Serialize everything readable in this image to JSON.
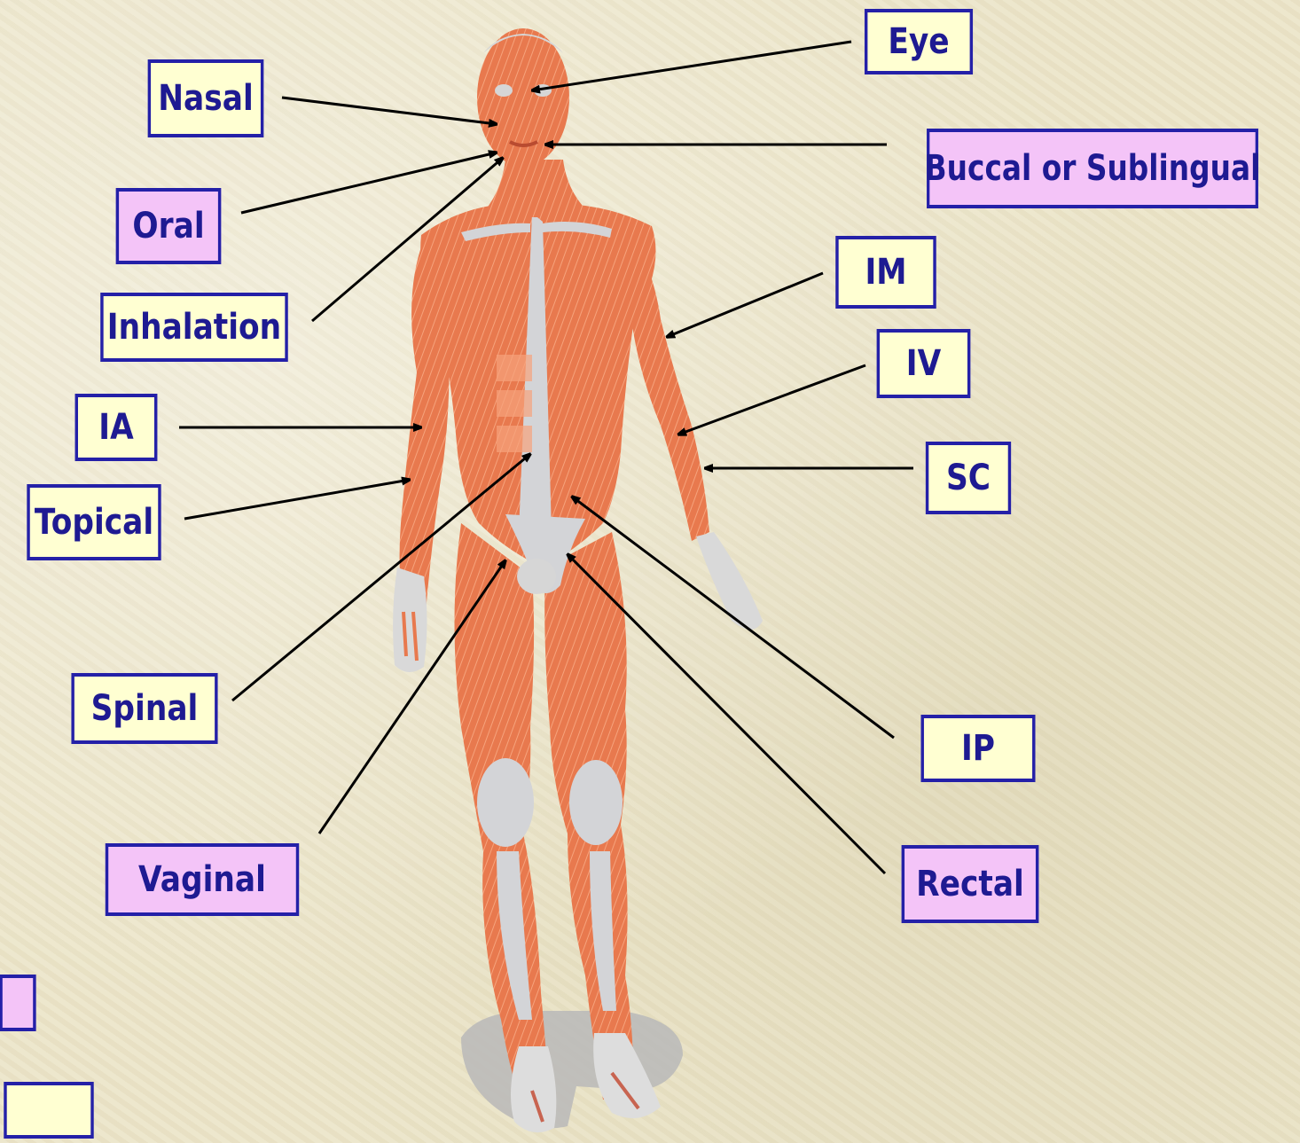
{
  "labels": {
    "eye": "Eye",
    "nasal": "Nasal",
    "buccal": "Buccal or Sublingual",
    "oral": "Oral",
    "im": "IM",
    "inhalation": "Inhalation",
    "iv": "IV",
    "ia": "IA",
    "sc": "SC",
    "topical": "Topical",
    "spinal": "Spinal",
    "ip": "IP",
    "vaginal": "Vaginal",
    "rectal": "Rectal"
  },
  "colors": {
    "label_border": "#2420A8",
    "label_text": "#1E1A92",
    "label_fill_yellow": "#FFFFD2",
    "label_fill_pink": "#F4C4F8",
    "muscle": "#E8794E",
    "muscle_light": "#F6A37C",
    "tendon": "#C9CBCF",
    "background": "#ECE5C9"
  }
}
